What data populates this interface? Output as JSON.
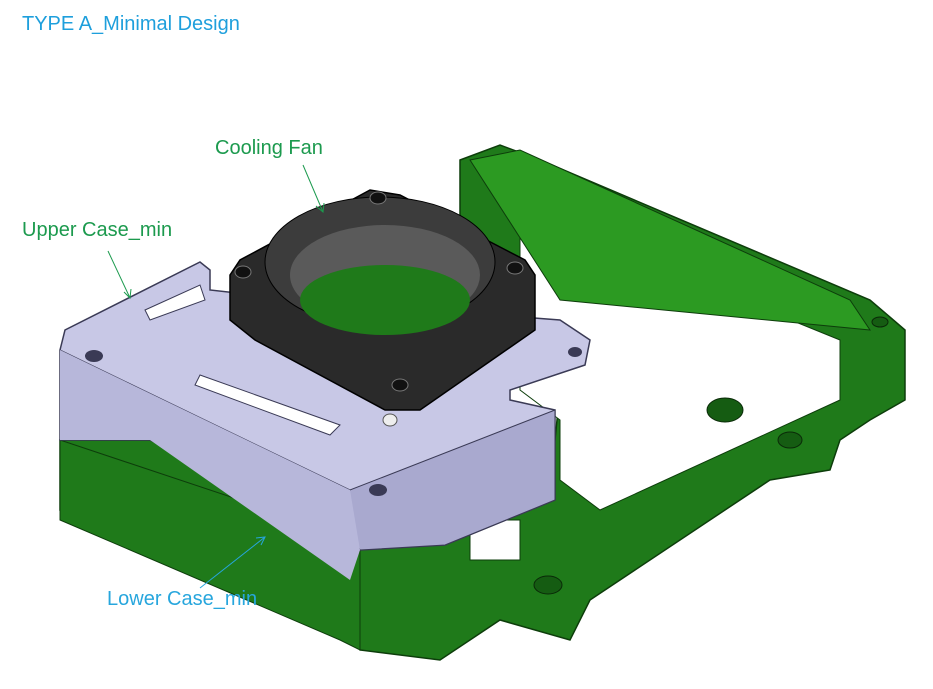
{
  "title": "TYPE A_Minimal Design",
  "labels": {
    "cooling_fan": "Cooling Fan",
    "upper_case": "Upper Case_min",
    "lower_case": "Lower Case_min"
  },
  "colors": {
    "title": "#1e9fdc",
    "green_label": "#1c9a4e",
    "blue_label": "#27a6dd",
    "lower_case_part": "#1f7a1a",
    "upper_case_part": "#c8c8e6",
    "fan_part": "#2a2a2a"
  }
}
